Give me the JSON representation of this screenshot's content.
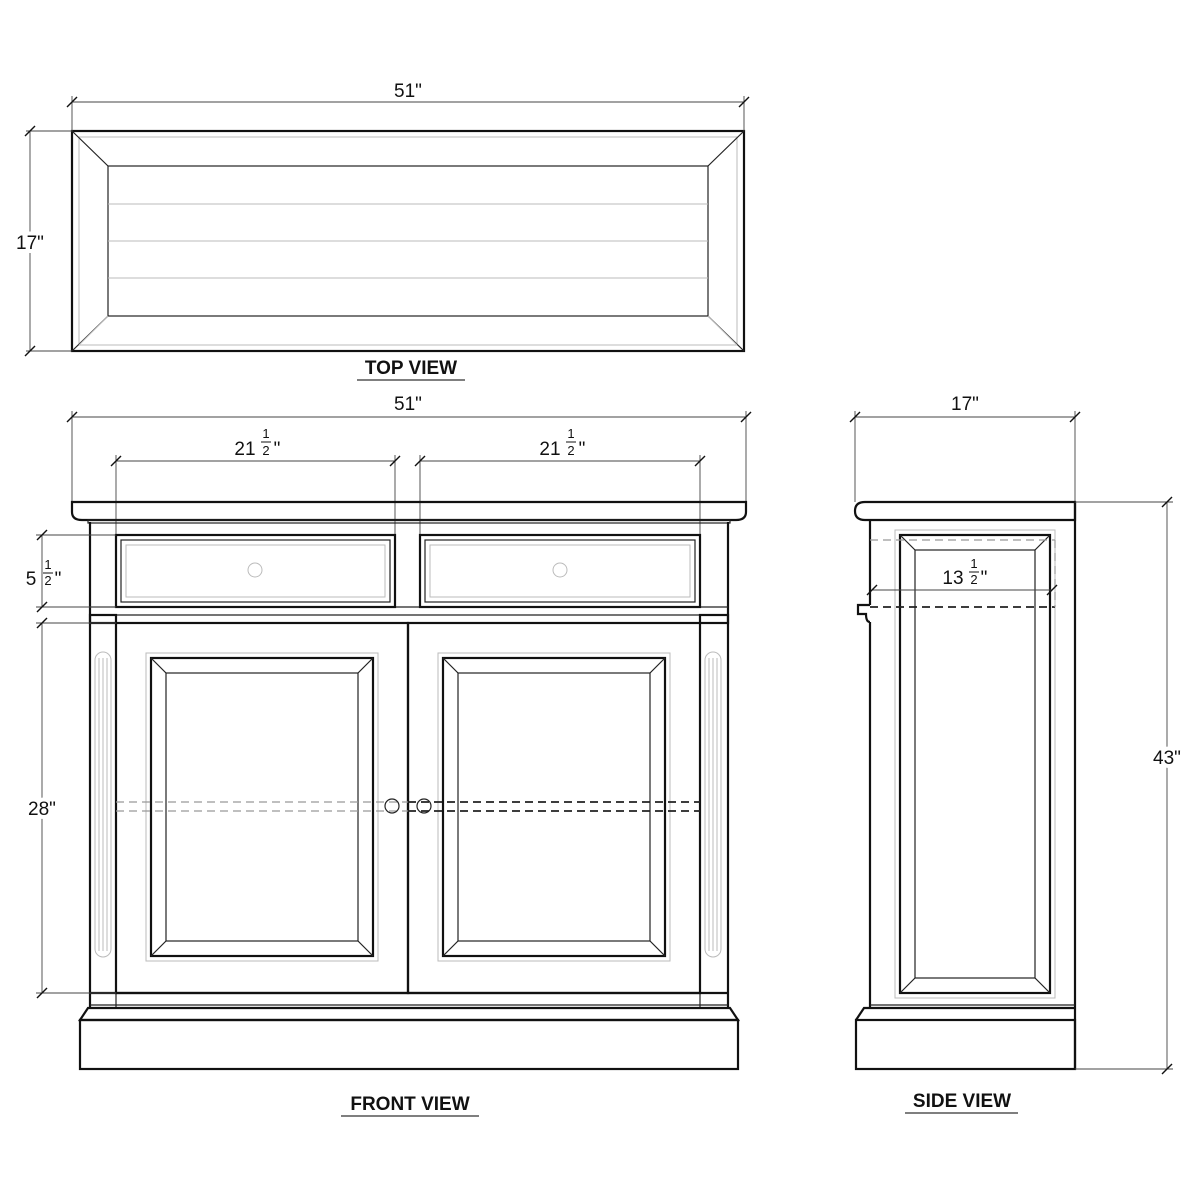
{
  "views": {
    "top": {
      "title": "TOP VIEW",
      "width_label": "51\"",
      "depth_label": "17\""
    },
    "front": {
      "title": "FRONT VIEW",
      "width_label": "51\"",
      "drawer_left_whole": "21",
      "drawer_left_num": "1",
      "drawer_left_den": "2",
      "drawer_left_unit": "\"",
      "drawer_right_whole": "21",
      "drawer_right_num": "1",
      "drawer_right_den": "2",
      "drawer_right_unit": "\"",
      "drawer_height_whole": "5",
      "drawer_height_num": "1",
      "drawer_height_den": "2",
      "drawer_height_unit": "\"",
      "door_height_label": "28\""
    },
    "side": {
      "title": "SIDE VIEW",
      "depth_label": "17\"",
      "height_label": "43\"",
      "drawer_depth_whole": "13",
      "drawer_depth_num": "1",
      "drawer_depth_den": "2",
      "drawer_depth_unit": "\""
    }
  }
}
